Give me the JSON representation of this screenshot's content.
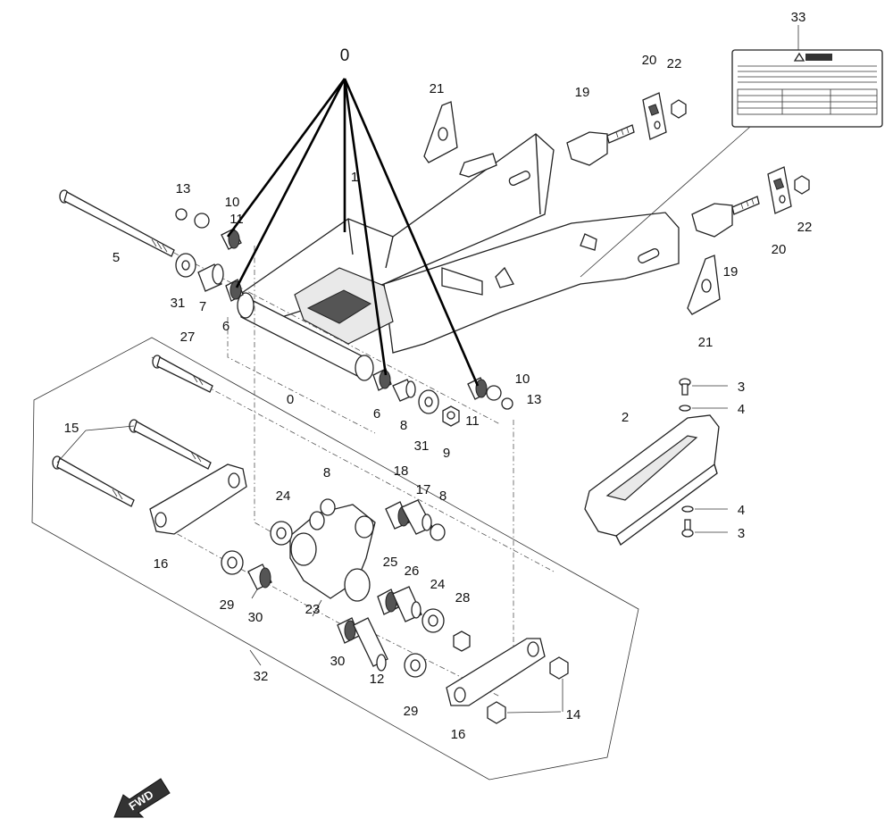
{
  "diagram": {
    "callout_group_label": "0",
    "fwd_label": "FWD",
    "labels": [
      {
        "id": "l0-top",
        "text": "0"
      },
      {
        "id": "l0-mid",
        "text": "0"
      },
      {
        "id": "l1",
        "text": "1"
      },
      {
        "id": "l2",
        "text": "2"
      },
      {
        "id": "l3-a",
        "text": "3"
      },
      {
        "id": "l3-b",
        "text": "3"
      },
      {
        "id": "l4-a",
        "text": "4"
      },
      {
        "id": "l4-b",
        "text": "4"
      },
      {
        "id": "l5",
        "text": "5"
      },
      {
        "id": "l6-a",
        "text": "6"
      },
      {
        "id": "l6-b",
        "text": "6"
      },
      {
        "id": "l7",
        "text": "7"
      },
      {
        "id": "l8-a",
        "text": "8"
      },
      {
        "id": "l8-b",
        "text": "8"
      },
      {
        "id": "l8-c",
        "text": "8"
      },
      {
        "id": "l9",
        "text": "9"
      },
      {
        "id": "l10-a",
        "text": "10"
      },
      {
        "id": "l10-b",
        "text": "10"
      },
      {
        "id": "l11-a",
        "text": "11"
      },
      {
        "id": "l11-b",
        "text": "11"
      },
      {
        "id": "l12",
        "text": "12"
      },
      {
        "id": "l13-a",
        "text": "13"
      },
      {
        "id": "l13-b",
        "text": "13"
      },
      {
        "id": "l14",
        "text": "14"
      },
      {
        "id": "l15",
        "text": "15"
      },
      {
        "id": "l16-a",
        "text": "16"
      },
      {
        "id": "l16-b",
        "text": "16"
      },
      {
        "id": "l17",
        "text": "17"
      },
      {
        "id": "l18",
        "text": "18"
      },
      {
        "id": "l19-a",
        "text": "19"
      },
      {
        "id": "l19-b",
        "text": "19"
      },
      {
        "id": "l20-a",
        "text": "20"
      },
      {
        "id": "l20-b",
        "text": "20"
      },
      {
        "id": "l21-a",
        "text": "21"
      },
      {
        "id": "l21-b",
        "text": "21"
      },
      {
        "id": "l22-a",
        "text": "22"
      },
      {
        "id": "l22-b",
        "text": "22"
      },
      {
        "id": "l23",
        "text": "23"
      },
      {
        "id": "l24-a",
        "text": "24"
      },
      {
        "id": "l24-b",
        "text": "24"
      },
      {
        "id": "l25",
        "text": "25"
      },
      {
        "id": "l26",
        "text": "26"
      },
      {
        "id": "l27",
        "text": "27"
      },
      {
        "id": "l28",
        "text": "28"
      },
      {
        "id": "l29-a",
        "text": "29"
      },
      {
        "id": "l29-b",
        "text": "29"
      },
      {
        "id": "l30-a",
        "text": "30"
      },
      {
        "id": "l30-b",
        "text": "30"
      },
      {
        "id": "l31-a",
        "text": "31"
      },
      {
        "id": "l31-b",
        "text": "31"
      },
      {
        "id": "l32",
        "text": "32"
      },
      {
        "id": "l33",
        "text": "33"
      }
    ]
  }
}
